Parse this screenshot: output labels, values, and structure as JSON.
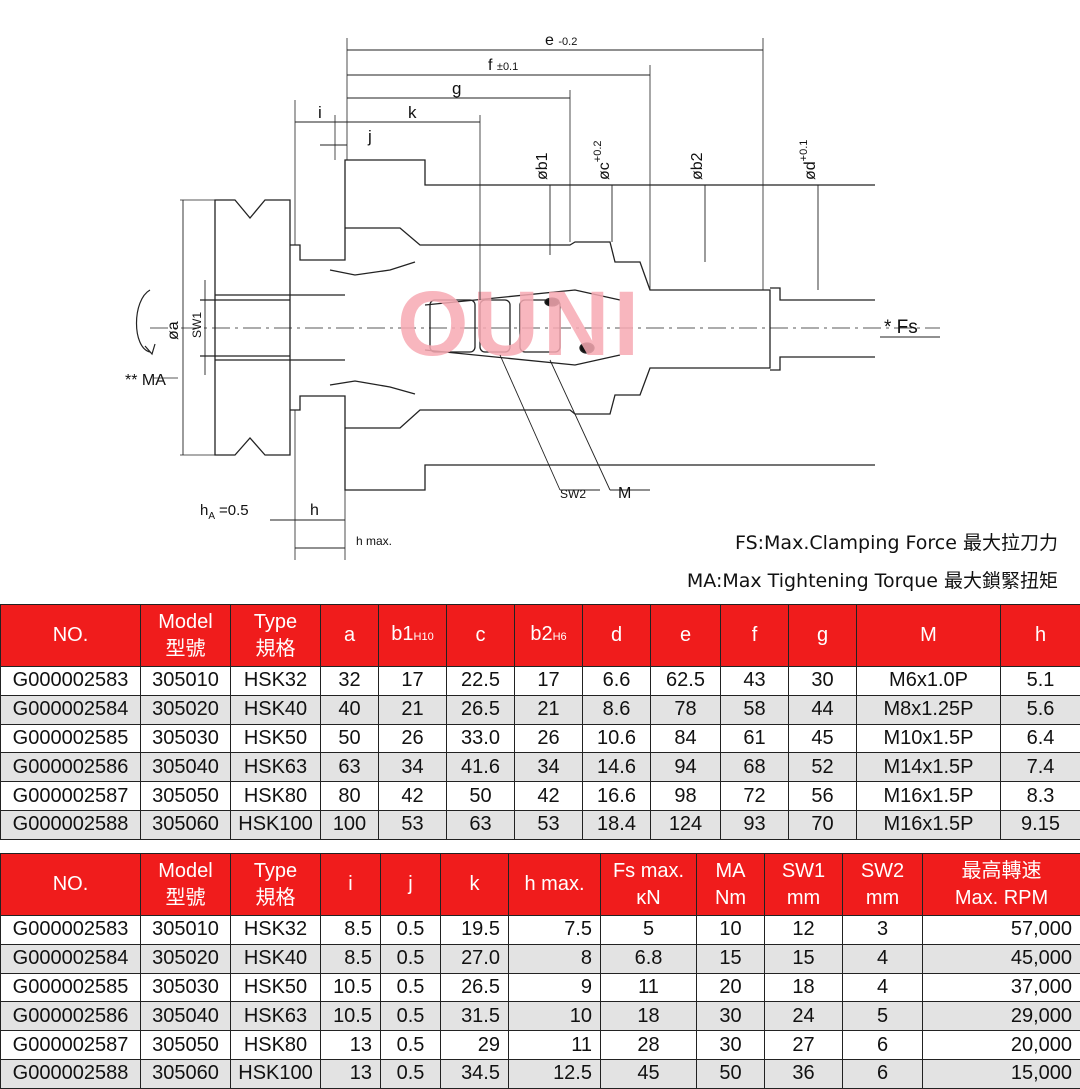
{
  "drawing": {
    "dim_labels": {
      "e": "e",
      "e_tol": "-0.2",
      "f": "f",
      "f_tol": "±0.1",
      "g": "g",
      "k": "k",
      "i": "i",
      "j": "j",
      "b1": "øb1",
      "c": "øc",
      "c_tol": "+0.2",
      "b2": "øb2",
      "d": "ød",
      "d_tol": "+0.1",
      "a": "øa",
      "sw1": "SW1",
      "ma": "** MA",
      "fs": "* Fs",
      "sw2": "SW2",
      "m": "M",
      "ha": "h",
      "ha_sub": "A",
      "ha_val": "=0.5",
      "h": "h",
      "hmax": "h max."
    },
    "watermark": "OUNI"
  },
  "legend": {
    "fs": "FS:Max.Clamping Force 最大拉刀力",
    "ma": "MA:Max Tightening Torque 最大鎖緊扭矩"
  },
  "table1": {
    "headers": [
      {
        "l1": "NO.",
        "l2": ""
      },
      {
        "l1": "Model",
        "l2": "型號"
      },
      {
        "l1": "Type",
        "l2": "規格"
      },
      {
        "l1": "a",
        "l2": ""
      },
      {
        "l1": "b1",
        "sub": "H10"
      },
      {
        "l1": "c",
        "l2": ""
      },
      {
        "l1": "b2",
        "sub": "H6"
      },
      {
        "l1": "d",
        "l2": ""
      },
      {
        "l1": "e",
        "l2": ""
      },
      {
        "l1": "f",
        "l2": ""
      },
      {
        "l1": "g",
        "l2": ""
      },
      {
        "l1": "M",
        "l2": ""
      },
      {
        "l1": "h",
        "l2": ""
      }
    ],
    "rows": [
      [
        "G000002583",
        "305010",
        "HSK32",
        "32",
        "17",
        "22.5",
        "17",
        "6.6",
        "62.5",
        "43",
        "30",
        "M6x1.0P",
        "5.1"
      ],
      [
        "G000002584",
        "305020",
        "HSK40",
        "40",
        "21",
        "26.5",
        "21",
        "8.6",
        "78",
        "58",
        "44",
        "M8x1.25P",
        "5.6"
      ],
      [
        "G000002585",
        "305030",
        "HSK50",
        "50",
        "26",
        "33.0",
        "26",
        "10.6",
        "84",
        "61",
        "45",
        "M10x1.5P",
        "6.4"
      ],
      [
        "G000002586",
        "305040",
        "HSK63",
        "63",
        "34",
        "41.6",
        "34",
        "14.6",
        "94",
        "68",
        "52",
        "M14x1.5P",
        "7.4"
      ],
      [
        "G000002587",
        "305050",
        "HSK80",
        "80",
        "42",
        "50",
        "42",
        "16.6",
        "98",
        "72",
        "56",
        "M16x1.5P",
        "8.3"
      ],
      [
        "G000002588",
        "305060",
        "HSK100",
        "100",
        "53",
        "63",
        "53",
        "18.4",
        "124",
        "93",
        "70",
        "M16x1.5P",
        "9.15"
      ]
    ]
  },
  "table2": {
    "headers": [
      {
        "l1": "NO.",
        "l2": ""
      },
      {
        "l1": "Model",
        "l2": "型號"
      },
      {
        "l1": "Type",
        "l2": "規格"
      },
      {
        "l1": "i",
        "l2": ""
      },
      {
        "l1": "j",
        "l2": ""
      },
      {
        "l1": "k",
        "l2": ""
      },
      {
        "l1": "h max.",
        "l2": ""
      },
      {
        "l1": "Fs max.",
        "l2": "ĸN"
      },
      {
        "l1": "MA",
        "l2": "Nm"
      },
      {
        "l1": "SW1",
        "l2": "mm"
      },
      {
        "l1": "SW2",
        "l2": "mm"
      },
      {
        "l1": "最高轉速",
        "l2": "Max. RPM"
      }
    ],
    "rows": [
      [
        "G000002583",
        "305010",
        "HSK32",
        "8.5",
        "0.5",
        "19.5",
        "7.5",
        "5",
        "10",
        "12",
        "3",
        "57,000"
      ],
      [
        "G000002584",
        "305020",
        "HSK40",
        "8.5",
        "0.5",
        "27.0",
        "8",
        "6.8",
        "15",
        "15",
        "4",
        "45,000"
      ],
      [
        "G000002585",
        "305030",
        "HSK50",
        "10.5",
        "0.5",
        "26.5",
        "9",
        "11",
        "20",
        "18",
        "4",
        "37,000"
      ],
      [
        "G000002586",
        "305040",
        "HSK63",
        "10.5",
        "0.5",
        "31.5",
        "10",
        "18",
        "30",
        "24",
        "5",
        "29,000"
      ],
      [
        "G000002587",
        "305050",
        "HSK80",
        "13",
        "0.5",
        "29",
        "11",
        "28",
        "30",
        "27",
        "6",
        "20,000"
      ],
      [
        "G000002588",
        "305060",
        "HSK100",
        "13",
        "0.5",
        "34.5",
        "12.5",
        "45",
        "50",
        "36",
        "6",
        "15,000"
      ]
    ]
  }
}
